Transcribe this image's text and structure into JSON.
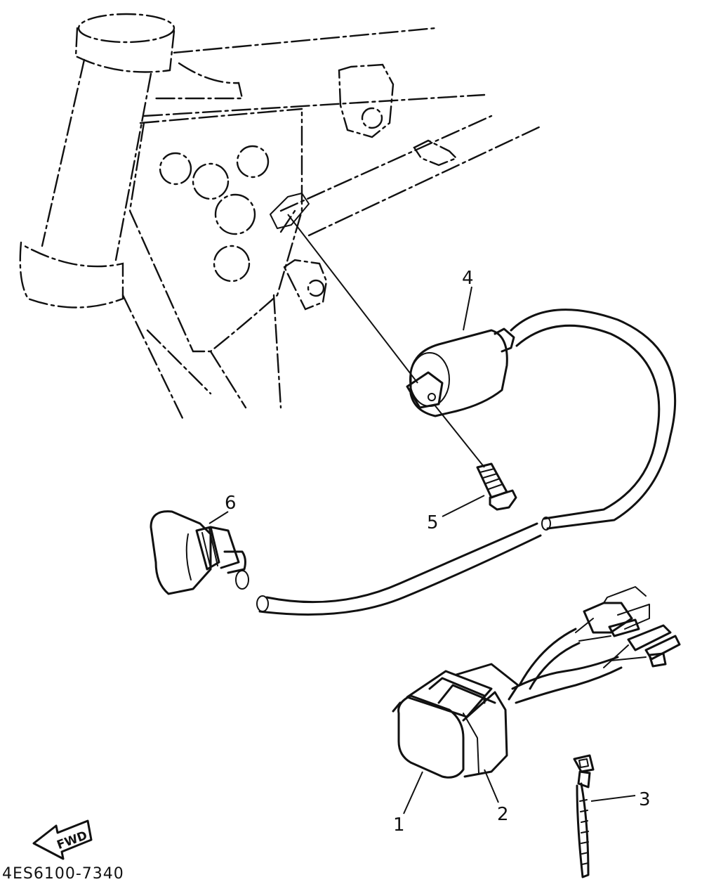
{
  "diagram": {
    "callouts": [
      {
        "id": "1",
        "label": "1"
      },
      {
        "id": "2",
        "label": "2"
      },
      {
        "id": "3",
        "label": "3"
      },
      {
        "id": "4",
        "label": "4"
      },
      {
        "id": "5",
        "label": "5"
      },
      {
        "id": "6",
        "label": "6"
      }
    ],
    "direction_arrow": {
      "label": "FWD"
    },
    "drawing_code": "4ES6100-7340"
  }
}
